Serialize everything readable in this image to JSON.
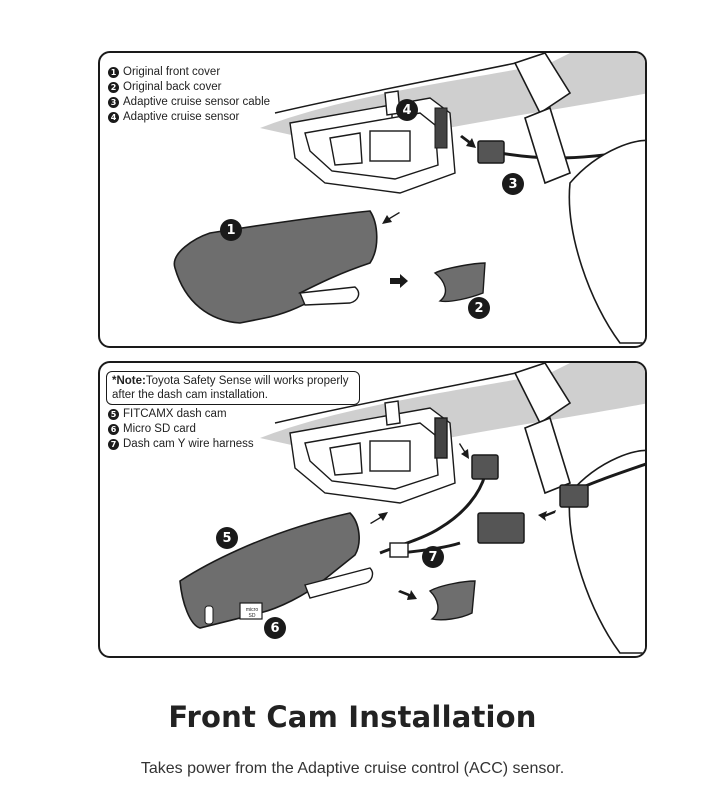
{
  "panel1": {
    "legend": [
      {
        "num": "1",
        "label": "Original front cover"
      },
      {
        "num": "2",
        "label": "Original back cover"
      },
      {
        "num": "3",
        "label": "Adaptive cruise sensor cable"
      },
      {
        "num": "4",
        "label": "Adaptive cruise sensor"
      }
    ],
    "callouts": {
      "c1": "1",
      "c2": "2",
      "c3": "3",
      "c4": "4"
    }
  },
  "panel2": {
    "note_label": "*Note:",
    "note_text": "Toyota Safety Sense will works properly after the dash cam installation.",
    "legend": [
      {
        "num": "5",
        "label": "FITCAMX dash cam"
      },
      {
        "num": "6",
        "label": "Micro SD card"
      },
      {
        "num": "7",
        "label": "Dash cam Y wire harness"
      }
    ],
    "callouts": {
      "c5": "5",
      "c6": "6",
      "c7": "7"
    },
    "sd_card_label": "micro SD"
  },
  "title": "Front Cam Installation",
  "subtitle": "Takes power from the Adaptive cruise control (ACC) sensor.",
  "colors": {
    "border": "#1a1a1a",
    "cover": "#6e6e6e",
    "windshield": "#cfcfcf",
    "background": "#ffffff"
  }
}
